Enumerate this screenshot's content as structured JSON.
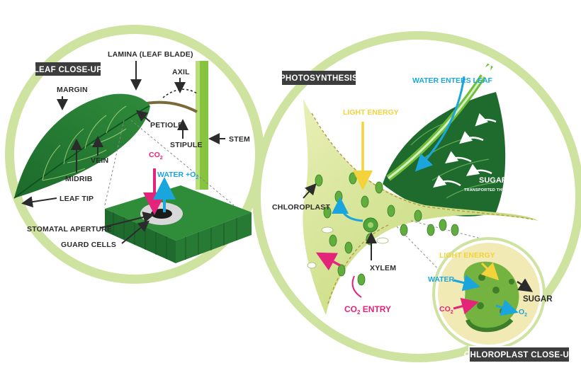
{
  "colors": {
    "ring": "#cfe3a1",
    "leaf_dark": "#1f6b2e",
    "leaf_mid": "#2f8d3a",
    "leaf_light": "#b9d46a",
    "title_bg": "#3d3d3d",
    "water": "#1aa6dc",
    "co2": "#e4247a",
    "light": "#f3d23a",
    "label": "#2b2b2b"
  },
  "panel_titles": {
    "leaf": "LEAF CLOSE-UP",
    "photosynthesis": "PHOTOSYNTHESIS",
    "chloroplast": "CHLOROPLAST CLOSE-UP"
  },
  "leaf_labels": {
    "lamina": "LAMINA (LEAF BLADE)",
    "axil": "AXIL",
    "margin": "MARGIN",
    "petiole": "PETIOLE",
    "stipule": "STIPULE",
    "stem": "STEM",
    "vein": "VEIN",
    "midrib": "MIDRIB",
    "leaf_tip": "LEAF TIP",
    "co2": "CO",
    "co2_sub": "2",
    "water_o2": "WATER +O",
    "water_o2_sub": "2",
    "stomatal_aperture": "STOMATAL APERTURE",
    "guard_cells": "GUARD CELLS"
  },
  "photo_labels": {
    "water_enters": "WATER ENTERS LEAF",
    "light_energy": "LIGHT ENERGY",
    "sugar": "SUGAR",
    "sugar_sub": "TRANSPORTED THROUGH PLANT",
    "chloroplast": "CHLOROPLAST",
    "xylem": "XYLEM",
    "co2_entry": "CO",
    "co2_entry_sub": "2",
    "co2_entry_word": " ENTRY"
  },
  "chloro_labels": {
    "light_energy": "LIGHT ENERGY",
    "water": "WATER",
    "sugar": "SUGAR",
    "co2": "CO",
    "co2_sub": "2",
    "o2": "O",
    "o2_sub": "2"
  }
}
